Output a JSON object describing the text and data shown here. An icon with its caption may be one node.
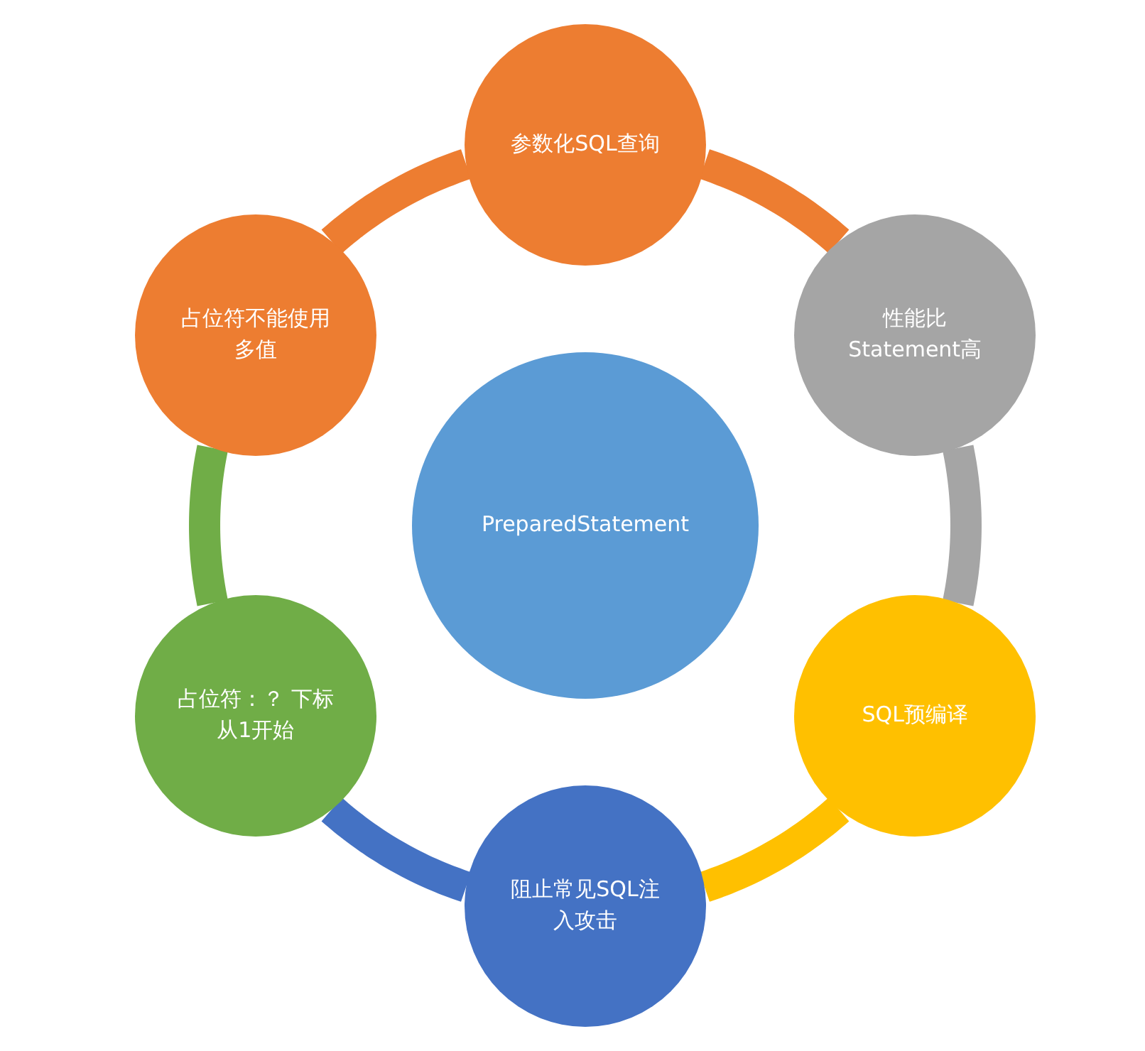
{
  "diagram": {
    "nodes": [
      {
        "text": [
          "参数化SQL查询"
        ]
      },
      {
        "text": [
          "性能比Statement高"
        ]
      },
      {
        "text": [
          "SQL预编译"
        ]
      },
      {
        "text": [
          "阻止常见SQL注入攻击"
        ]
      },
      {
        "text": [
          "占位符：？ 下标从1开始"
        ]
      },
      {
        "text": [
          "占位符不能使用多值"
        ]
      },
      {
        "text": [
          "PreparedStatement"
        ]
      }
    ],
    "edges": [
      {
        "from": 0,
        "to": 1,
        "arrow": "none",
        "color": "#ed7d31"
      },
      {
        "from": 1,
        "to": 2,
        "arrow": "none",
        "color": "#a5a5a5"
      },
      {
        "from": 2,
        "to": 3,
        "arrow": "none",
        "color": "#ffc000"
      },
      {
        "from": 3,
        "to": 4,
        "arrow": "none",
        "color": "#4472c4"
      },
      {
        "from": 4,
        "to": 5,
        "arrow": "none",
        "color": "#70ad47"
      },
      {
        "from": 5,
        "to": 0,
        "arrow": "none",
        "color": "#ed7d31"
      }
    ]
  }
}
